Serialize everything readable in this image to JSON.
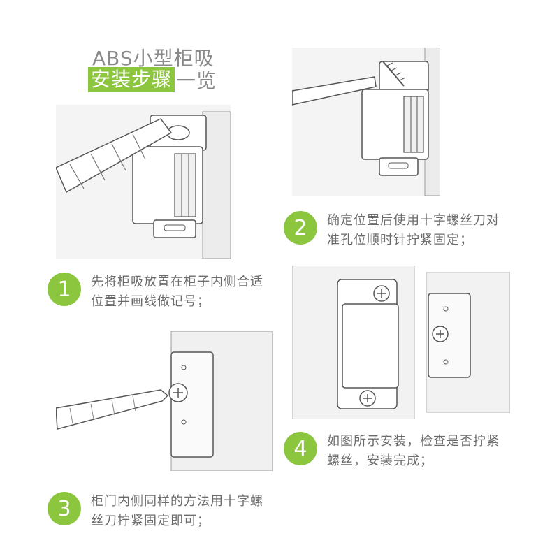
{
  "header": {
    "title_line1": "ABS小型柜吸",
    "title_highlight": "安装步骤",
    "title_rest": "一览"
  },
  "steps": [
    {
      "number": "1",
      "text": "先将柜吸放置在柜子内侧合适位置并画线做记号；"
    },
    {
      "number": "2",
      "text": "确定位置后使用十字螺丝刀对准孔位顺时针拧紧固定；"
    },
    {
      "number": "3",
      "text": "柜门内侧同样的方法用十字螺丝刀拧紧固定即可；"
    },
    {
      "number": "4",
      "text": "如图所示安装，检查是否拧紧螺丝，安装完成；"
    }
  ],
  "colors": {
    "accent": "#8cc63f",
    "text": "#6b6b6b"
  }
}
